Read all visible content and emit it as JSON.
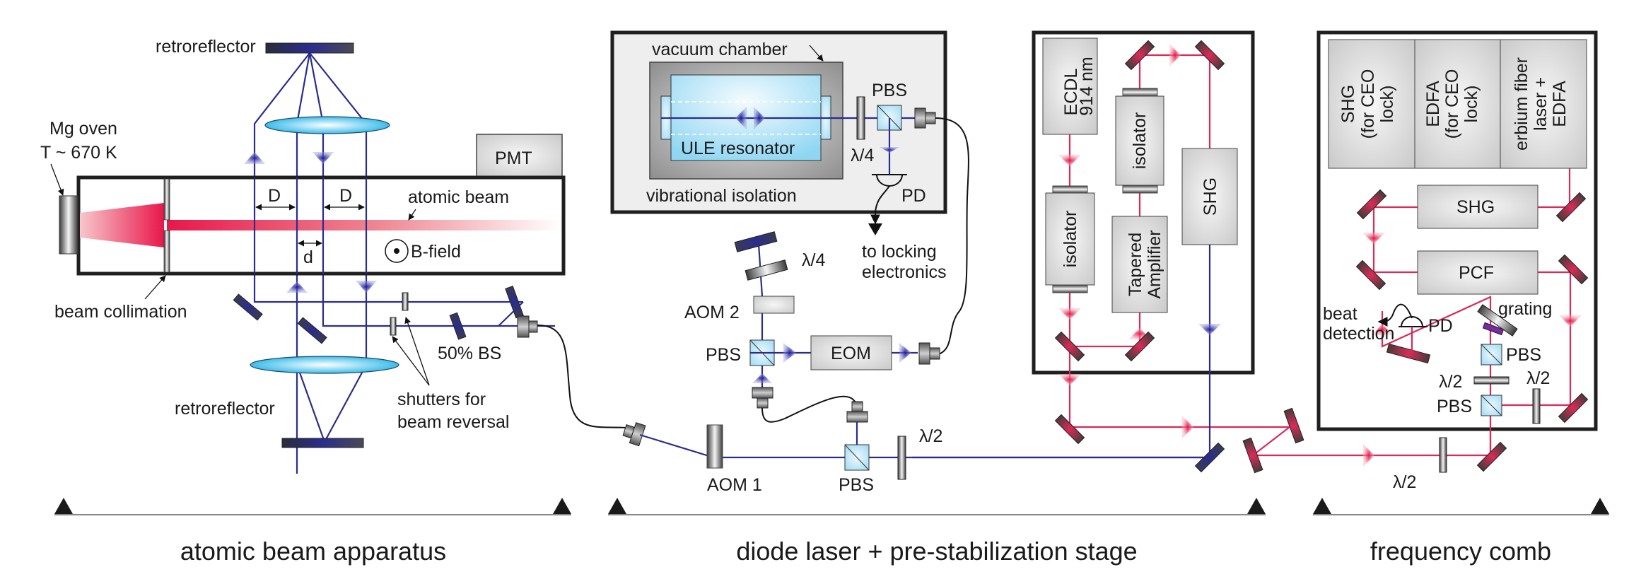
{
  "sections": {
    "atomic": "atomic beam apparatus",
    "diode": "diode laser + pre-stabilization stage",
    "comb": "frequency comb"
  },
  "atomic": {
    "oven_line1": "Mg oven",
    "oven_line2": "T ~ 670 K",
    "retro_top": "retroreflector",
    "retro_bottom": "retroreflector",
    "pmt": "PMT",
    "atomic_beam": "atomic beam",
    "D1": "D",
    "D2": "D",
    "d": "d",
    "bfield": "B-field",
    "collimation": "beam collimation",
    "bs": "50% BS",
    "shutters_line1": "shutters for",
    "shutters_line2": "beam reversal"
  },
  "diode": {
    "vacuum": "vacuum chamber",
    "ule": "ULE resonator",
    "vib": "vibrational isolation",
    "pbs_top": "PBS",
    "qwp_top": "λ/4",
    "pd": "PD",
    "locking_line1": "to locking",
    "locking_line2": "electronics",
    "qwp_mid": "λ/4",
    "aom2": "AOM 2",
    "pbs_mid": "PBS",
    "eom": "EOM",
    "aom1": "AOM 1",
    "pbs_low": "PBS",
    "hwp": "λ/2",
    "ecdl_line1": "ECDL",
    "ecdl_line2": "914 nm",
    "isolator1": "isolator",
    "isolator2": "isolator",
    "ta_line1": "Tapered",
    "ta_line2": "Amplifier",
    "shg": "SHG"
  },
  "comb": {
    "blk1": [
      "SHG",
      "(for CEO",
      "lock)"
    ],
    "blk2": [
      "EDFA",
      "(for CEO",
      "lock)"
    ],
    "blk3": [
      "erbium fiber",
      "laser +",
      "EDFA"
    ],
    "shg": "SHG",
    "pcf": "PCF",
    "beat_line1": "beat",
    "beat_line2": "detection",
    "pd": "PD",
    "grating": "grating",
    "pbs_up": "PBS",
    "hwp_mid": "λ/2",
    "hwp_right": "λ/2",
    "pbs_low": "PBS",
    "hwp_ext": "λ/2"
  },
  "colors": {
    "uv_beam": "#2a2d8c",
    "ir_beam": "#d92b57",
    "atomic_beam": "#e8174a",
    "optic_blue": "#29b6e8"
  }
}
